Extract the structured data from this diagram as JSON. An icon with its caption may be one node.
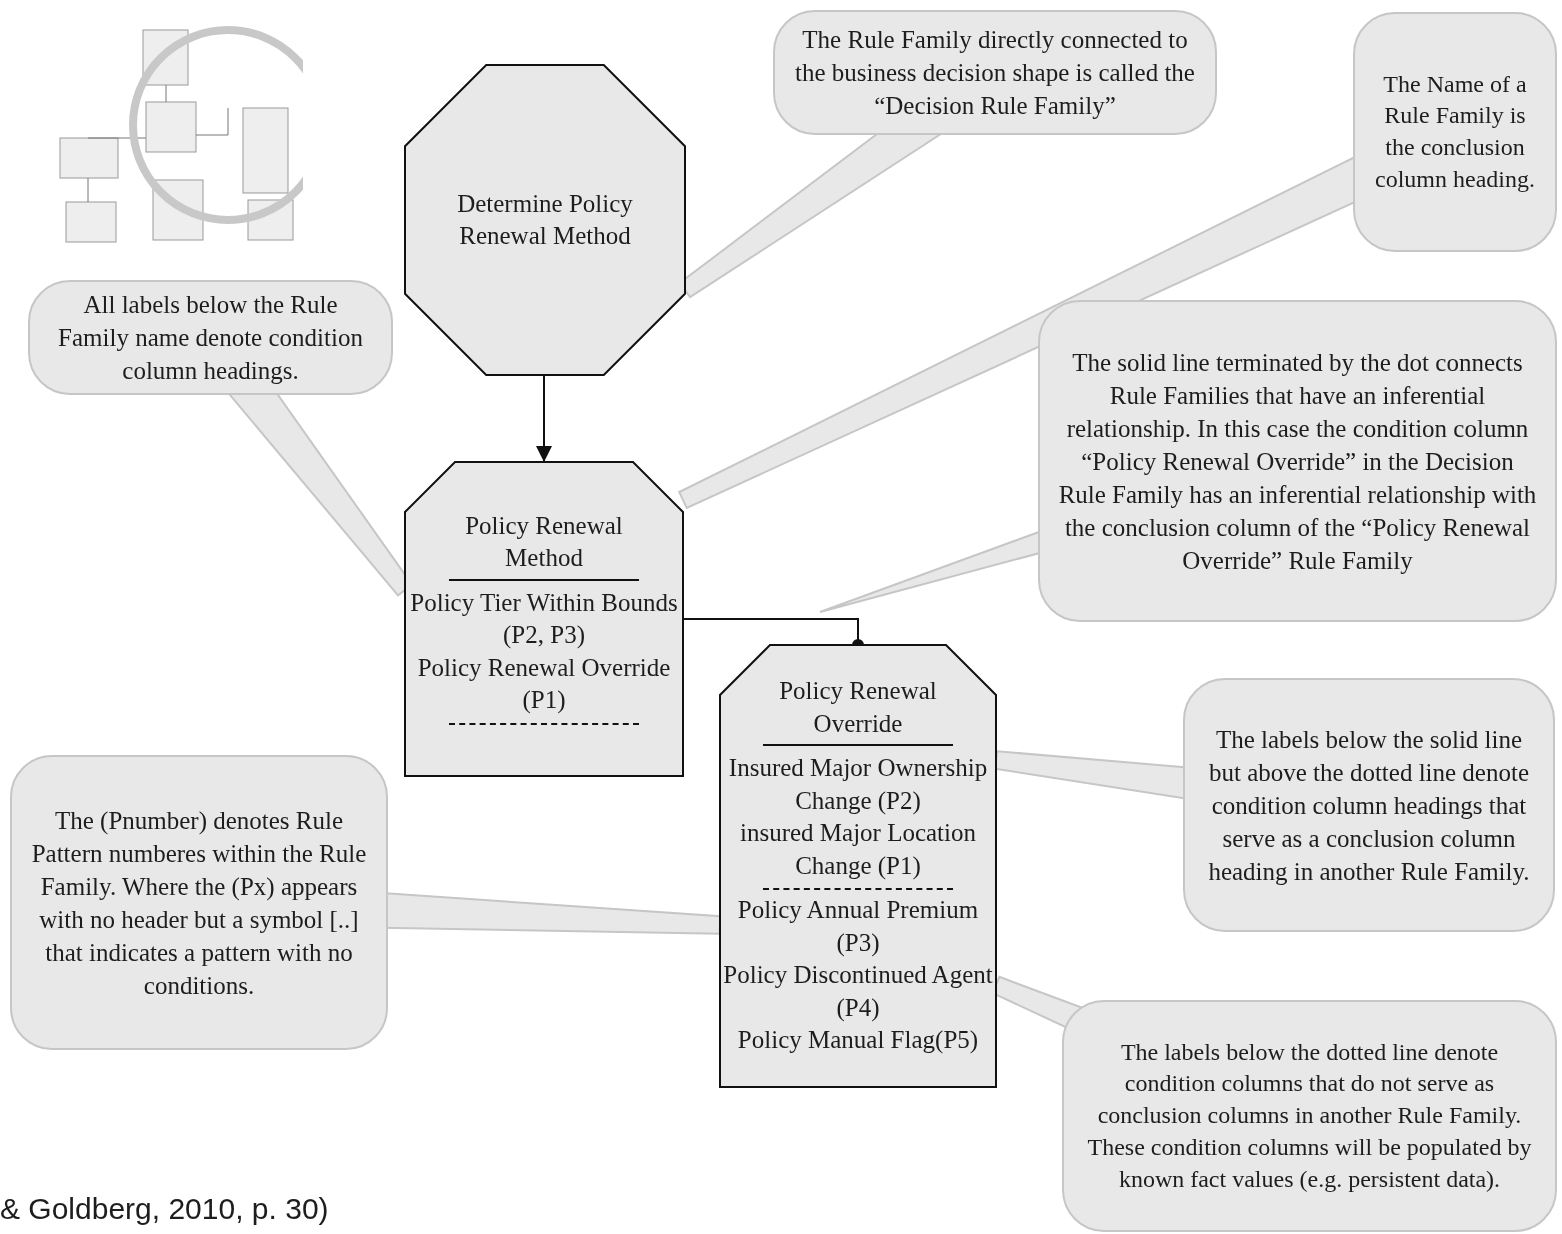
{
  "diagram": {
    "nodes": [
      {
        "text": [
          "The Rule Family directly connected to the business decision shape is called the “Decision Rule Family”"
        ]
      },
      {
        "text": [
          "The Name of a Rule Family is the conclusion column heading."
        ]
      },
      {
        "text": [
          "Determine Policy Renewal Method"
        ]
      },
      {
        "text": [
          "All labels below the Rule Family name denote condition column headings."
        ]
      },
      {
        "text": [
          "The solid line terminated by the dot connects Rule Families that have an inferential relationship. In this case the condition column “Policy Renewal Override” in the Decision Rule Family has an inferential relationship with the conclusion column of the “Policy Renewal Override” Rule Family"
        ]
      },
      {
        "text": [
          "Policy Renewal Method",
          "Policy Tier Within Bounds (P2, P3)",
          "Policy Renewal Override (P1)"
        ]
      },
      {
        "text": [
          "Policy Renewal Override",
          "Insured Major Ownership Change (P2)",
          "insured Major Location Change (P1)",
          "Policy Annual Premium (P3)",
          "Policy Discontinued Agent (P4)",
          "Policy Manual Flag(P5)"
        ]
      },
      {
        "text": [
          "The labels below the solid line but above the dotted line denote condition column headings that serve as a conclusion column heading in another Rule Family."
        ]
      },
      {
        "text": [
          "The (Pnumber) denotes Rule Pattern numberes within the Rule Family. Where the (Px) appears with no header but a symbol [..] that indicates a pattern with no conditions."
        ]
      },
      {
        "text": [
          "The labels below the dotted line denote condition columns that do not serve as conclusion columns in another Rule Family. These condition columns will be populated by known fact values (e.g. persistent data)."
        ]
      }
    ],
    "edges": [
      {
        "from": 2,
        "to": 5,
        "arrow": "to"
      },
      {
        "from": 5,
        "to": 6,
        "arrow": "other"
      },
      {
        "from": 0,
        "to": 2,
        "arrow": "none"
      },
      {
        "from": 1,
        "to": 5,
        "arrow": "none"
      },
      {
        "from": 3,
        "to": 5,
        "arrow": "none"
      },
      {
        "from": 4,
        "to": null,
        "arrow": "to"
      },
      {
        "from": 7,
        "to": 6,
        "arrow": "none"
      },
      {
        "from": 8,
        "to": 6,
        "arrow": "none"
      },
      {
        "from": 9,
        "to": 6,
        "arrow": "none"
      }
    ],
    "labels": [
      "& Goldberg, 2010, p. 30)"
    ]
  }
}
